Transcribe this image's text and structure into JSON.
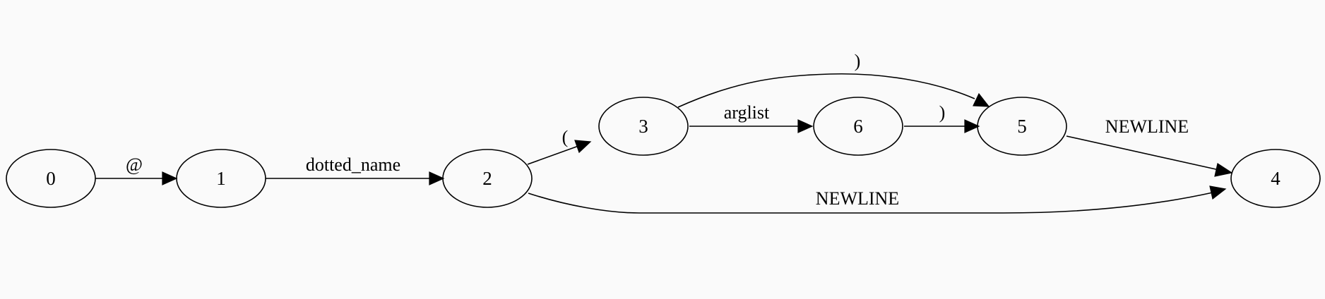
{
  "diagram": {
    "type": "state-machine",
    "nodes": [
      {
        "id": "0",
        "label": "0"
      },
      {
        "id": "1",
        "label": "1"
      },
      {
        "id": "2",
        "label": "2"
      },
      {
        "id": "3",
        "label": "3"
      },
      {
        "id": "6",
        "label": "6"
      },
      {
        "id": "5",
        "label": "5"
      },
      {
        "id": "4",
        "label": "4"
      }
    ],
    "edges": [
      {
        "from": "0",
        "to": "1",
        "label": "@"
      },
      {
        "from": "1",
        "to": "2",
        "label": "dotted_name"
      },
      {
        "from": "2",
        "to": "3",
        "label": "("
      },
      {
        "from": "2",
        "to": "4",
        "label": "NEWLINE"
      },
      {
        "from": "3",
        "to": "6",
        "label": "arglist"
      },
      {
        "from": "3",
        "to": "5",
        "label": ")"
      },
      {
        "from": "6",
        "to": "5",
        "label": ")"
      },
      {
        "from": "5",
        "to": "4",
        "label": "NEWLINE"
      }
    ]
  }
}
